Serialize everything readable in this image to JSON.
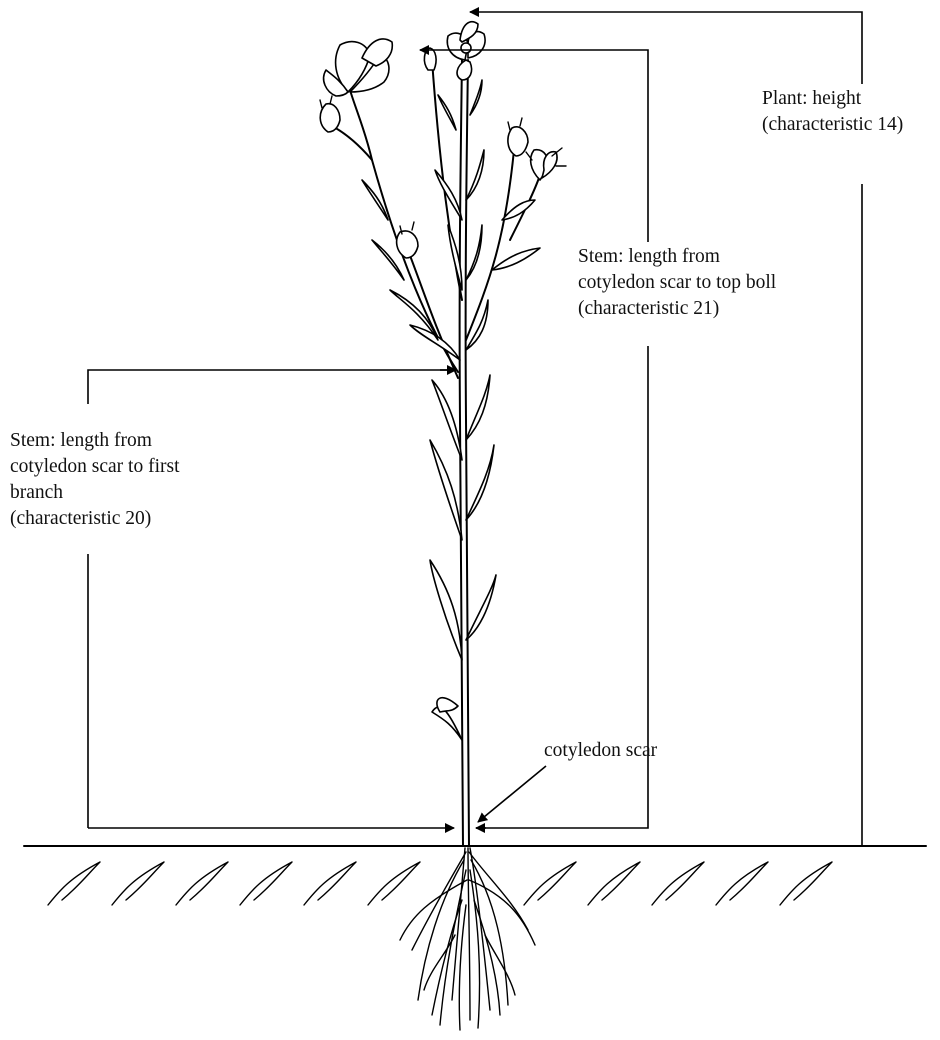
{
  "labels": {
    "plant_height": [
      "Plant: height",
      "(characteristic 14)"
    ],
    "stem_top_boll": [
      "Stem: length from",
      "cotyledon scar to top boll",
      "(characteristic 21)"
    ],
    "stem_first_branch": [
      "Stem: length from",
      "cotyledon scar to first",
      "branch",
      "(characteristic 20)"
    ],
    "cotyledon_scar": "cotyledon scar"
  }
}
